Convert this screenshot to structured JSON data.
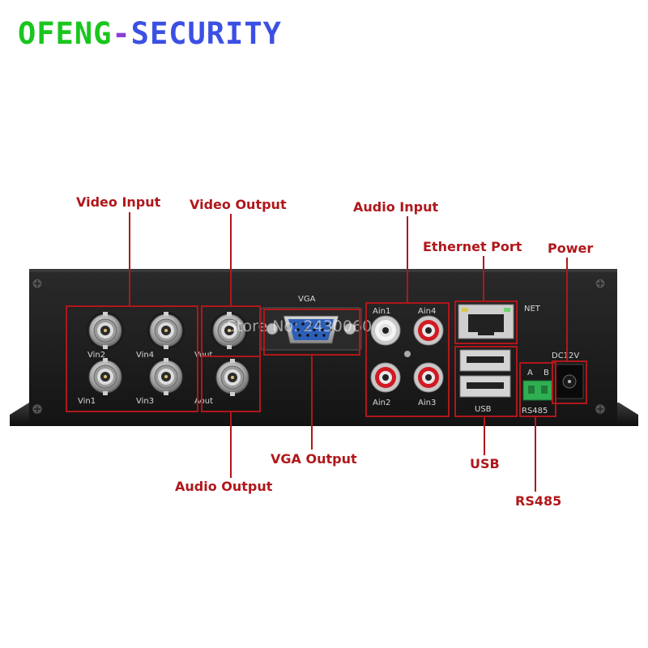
{
  "brand": {
    "part1": "OFENG",
    "part2": "-",
    "part3": "SECURITY"
  },
  "callouts": {
    "video_input": "Video Input",
    "video_output": "Video Output",
    "audio_input": "Audio Input",
    "ethernet_port": "Ethernet Port",
    "power": "Power",
    "vga_output": "VGA Output",
    "audio_output": "Audio Output",
    "usb": "USB",
    "rs485": "RS485"
  },
  "panel_labels": {
    "vin2": "Vin2",
    "vin4": "Vin4",
    "vin1": "Vin1",
    "vin3": "Vin3",
    "vout": "Vout",
    "aout": "Aout",
    "vga": "VGA",
    "ain1": "Ain1",
    "ain4": "Ain4",
    "ain2": "Ain2",
    "ain3": "Ain3",
    "net": "NET",
    "usb": "USB",
    "dc12v": "DC12V",
    "rs485_a": "A",
    "rs485_b": "B",
    "rs485": "RS485"
  },
  "watermark": "Store No: 2430060",
  "colors": {
    "callout": "#b0171b",
    "chassis": "#1c1c1c",
    "brand_green": "#19c61d",
    "brand_purple": "#8a3fd6",
    "brand_blue": "#3b50e3",
    "rs485_terminal": "#2fae52"
  }
}
